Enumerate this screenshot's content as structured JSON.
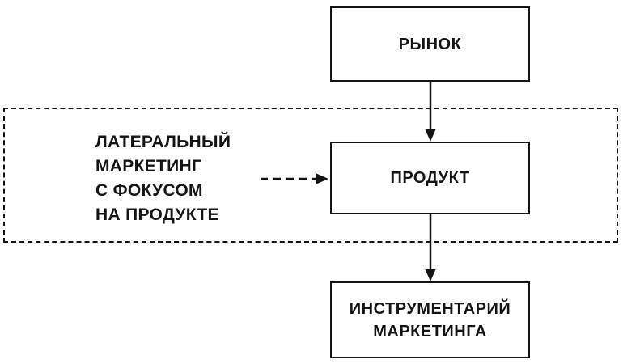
{
  "diagram": {
    "nodes": {
      "market": "РЫНОК",
      "product": "ПРОДУКТ",
      "tools": "ИНСТРУМЕНТАРИЙ\nМАРКЕТИНГА"
    },
    "lateral_label": "ЛАТЕРАЛЬНЫЙ\nМАРКЕТИНГ\nС ФОКУСОМ\nНА ПРОДУКТЕ",
    "edges": [
      {
        "from": "market",
        "to": "product",
        "style": "solid-arrow"
      },
      {
        "from": "product",
        "to": "tools",
        "style": "solid-arrow"
      },
      {
        "from": "lateral_label",
        "to": "product",
        "style": "dashed-arrow"
      }
    ],
    "colors": {
      "stroke": "#141414",
      "background": "#ffffff"
    }
  }
}
